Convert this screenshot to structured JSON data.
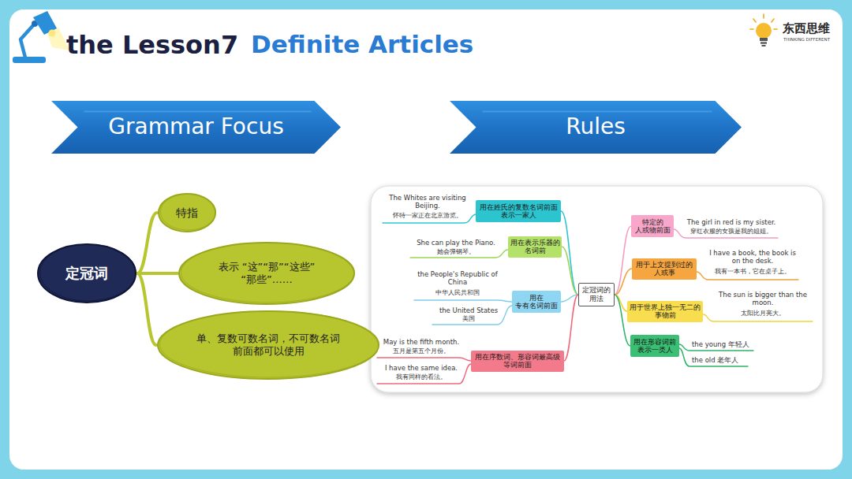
{
  "diagram": {
    "title": "Definite Articles",
    "nodes": [
      {
        "text": [
          "Grammar Focus"
        ]
      },
      {
        "text": [
          "Rules"
        ]
      },
      {
        "text": [
          "定冠词"
        ]
      },
      {
        "text": [
          "特指"
        ]
      },
      {
        "text": [
          "表示 “这”“那”“这些”“那些”……"
        ]
      },
      {
        "text": [
          "单、复数可数名词，不可数名词 前面都可以使用"
        ]
      },
      {
        "text": [
          "定冠词的用法"
        ]
      },
      {
        "text": [
          "用在姓氏的复数名词前面 表示一家人"
        ]
      },
      {
        "text": [
          "用在表示乐器的名词前"
        ]
      },
      {
        "text": [
          "用在 专有名词前面"
        ]
      },
      {
        "text": [
          "用在序数词、形容词最高级 等词前面"
        ]
      },
      {
        "text": [
          "特定的 人或物前面"
        ]
      },
      {
        "text": [
          "用于上文提到过的 人或事"
        ]
      },
      {
        "text": [
          "用于世界上独一无二的 事物前"
        ]
      },
      {
        "text": [
          "用在形容词前 表示一类人"
        ]
      }
    ],
    "edges": [
      {
        "from": 2,
        "to": 3,
        "arrow": "none"
      },
      {
        "from": 2,
        "to": 4,
        "arrow": "none"
      },
      {
        "from": 2,
        "to": 5,
        "arrow": "none"
      },
      {
        "from": 6,
        "to": 7,
        "arrow": "none"
      },
      {
        "from": 6,
        "to": 8,
        "arrow": "none"
      },
      {
        "from": 6,
        "to": 9,
        "arrow": "none"
      },
      {
        "from": 6,
        "to": 10,
        "arrow": "none"
      },
      {
        "from": 6,
        "to": 11,
        "arrow": "none"
      },
      {
        "from": 6,
        "to": 12,
        "arrow": "none"
      },
      {
        "from": 6,
        "to": 13,
        "arrow": "none"
      },
      {
        "from": 6,
        "to": 14,
        "arrow": "none"
      }
    ],
    "labels": [
      "the Lesson7",
      "东西思维",
      "THINKING DIFFERENT",
      "The Whites are visiting Beijing.",
      "怀特一家正在北京游览。",
      "She can play the Piano.",
      "她会弹钢琴。",
      "the People's Republic of China",
      "中华人民共和国",
      "the United States",
      "美国",
      "May is the fifth month.",
      "五月是第五个月份。",
      "I have the same idea.",
      "我有同样的看法。",
      "The girl in red is my sister.",
      "穿红衣服的女孩是我的姐姐。",
      "I have a book, the book is on the desk.",
      "我有一本书，它在桌子上。",
      "The sun is bigger than the moon.",
      "太阳比月亮大。",
      "the young 年轻人",
      "the old 老年人"
    ]
  }
}
